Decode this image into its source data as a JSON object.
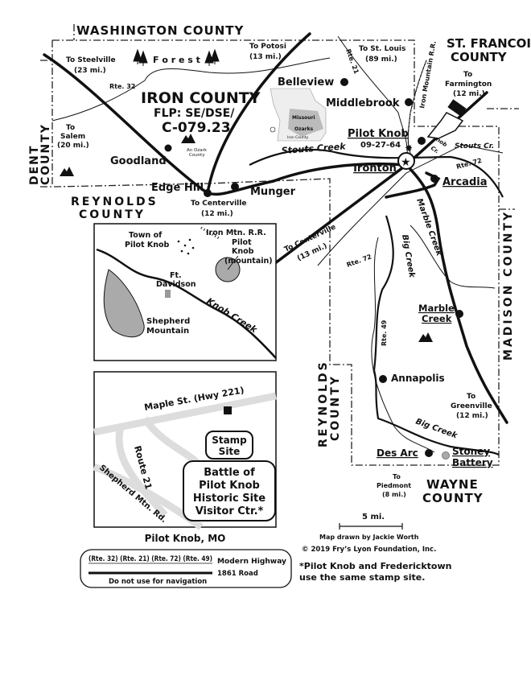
{
  "counties": {
    "washington": "WASHINGTON COUNTY",
    "st_francois_1": "ST. FRANCOIS",
    "st_francois_2": "COUNTY",
    "dent_1": "DENT",
    "dent_2": "COUNTY",
    "reynolds_1": "REYNOLDS",
    "reynolds_2": "COUNTY",
    "madison": "MADISON COUNTY",
    "wayne_1": "WAYNE",
    "wayne_2": "COUNTY"
  },
  "title": {
    "county": "IRON COUNTY",
    "flp": "FLP: SE/DSE/",
    "code": "C-079.23",
    "ozark": [
      "An Ozark",
      "County"
    ]
  },
  "forest": "F o r e s t",
  "towns": {
    "belleview": "Belleview",
    "middlebrook": "Middlebrook",
    "pilot_knob": "Pilot Knob",
    "pilot_knob_date": "09-27-64",
    "goodland": "Goodland",
    "edge_hill": "Edge Hill",
    "munger": "Munger",
    "ironton": "Ironton",
    "arcadia": "Arcadia",
    "marble_creek": [
      "Marble",
      "Creek"
    ],
    "annapolis": "Annapolis",
    "des_arc": "Des Arc",
    "stoney_battery": [
      "Stoney",
      "Battery"
    ]
  },
  "directions": {
    "steelville": [
      "To Steelville",
      "(23 mi.)"
    ],
    "potosi": [
      "To Potosi",
      "(13 mi.)"
    ],
    "st_louis": [
      "To St. Louis",
      "(89 mi.)"
    ],
    "farmington": [
      "To",
      "Farmington",
      "(12 mi.)"
    ],
    "salem": [
      "To",
      "Salem",
      "(20 mi.)"
    ],
    "centerville_12": [
      "To Centerville",
      "(12 mi.)"
    ],
    "centerville_13": [
      "To Centerville",
      "(13 mi.)"
    ],
    "greenville": [
      "To",
      "Greenville",
      "(12 mi.)"
    ],
    "piedmont": [
      "To",
      "Piedmont",
      "(8 mi.)"
    ]
  },
  "routes": {
    "rte32": "Rte. 32",
    "rte21": "Rte. 21",
    "rte72a": "Rte. 72",
    "rte72b": "Rte. 72",
    "rte49": "Rte. 49"
  },
  "water": {
    "stouts_creek": "Stouts Creek",
    "stouts_cr": "Stouts Cr.",
    "knob_cr": [
      "Knob",
      "Cr."
    ],
    "marble_creek": "Marble Creek",
    "big_creek_1": "Big Creek",
    "big_creek_2": "Big Creek"
  },
  "railroad": "Iron Mountain R.R.",
  "missouri_inset": {
    "state": "Missouri",
    "region": "Ozarks",
    "county": "Iron County"
  },
  "inset_pilot_knob": {
    "town": [
      "Town of",
      "Pilot Knob"
    ],
    "rr": "Iron Mtn. R.R.",
    "mountain": [
      "Pilot",
      "Knob",
      "(mountain)"
    ],
    "fort": [
      "Ft.",
      "Davidson"
    ],
    "shepherd": [
      "Shepherd",
      "Mountain"
    ],
    "creek": "Knob Creek"
  },
  "inset_site": {
    "maple": "Maple St. (Hwy 221)",
    "route21": "Route 21",
    "shepherd_rd": "Shepherd Mtn. Rd.",
    "stamp": [
      "Stamp",
      "Site"
    ],
    "visitor": [
      "Battle of",
      "Pilot Knob",
      "Historic Site",
      "Visitor Ctr.*"
    ],
    "caption": "Pilot Knob, MO"
  },
  "legend": {
    "routes": "(Rte. 32) (Rte. 21) (Rte. 72) (Rte. 49)",
    "modern": "Modern Highway",
    "road1861": "1861 Road",
    "warning": "Do not use for navigation"
  },
  "scale": "5 mi.",
  "credits": {
    "drawn": "Map drawn by Jackie Worth",
    "copyright": "© 2019 Fry’s Lyon Foundation, Inc."
  },
  "footnote": [
    "*Pilot Knob and Fredericktown",
    "use the same stamp site."
  ]
}
